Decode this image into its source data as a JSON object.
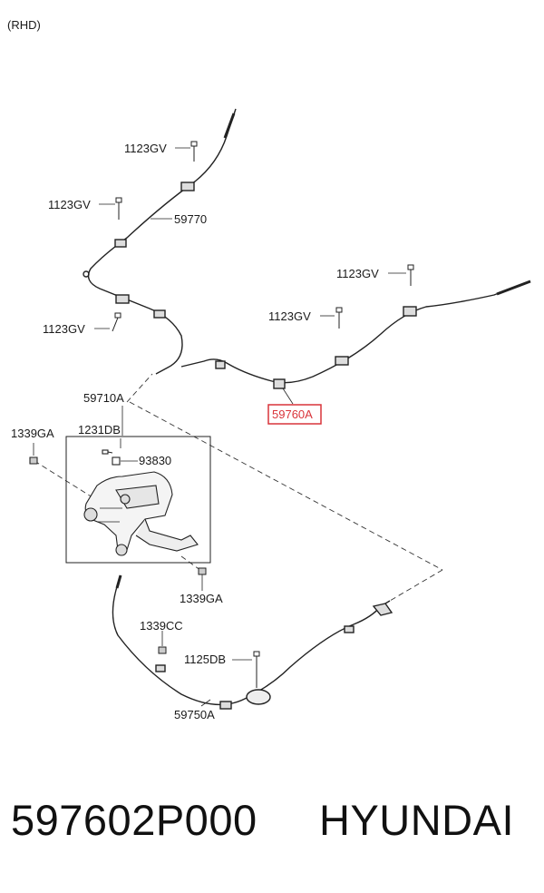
{
  "header": {
    "variant": "(RHD)"
  },
  "labels": {
    "bolt_1123gv_a": "1123GV",
    "bolt_1123gv_b": "1123GV",
    "bolt_1123gv_c": "1123GV",
    "bolt_1123gv_d": "1123GV",
    "bolt_1123gv_e": "1123GV",
    "cable_59770": "59770",
    "cable_59760a": "59760A",
    "lever_59710a": "59710A",
    "bolt_1231db": "1231DB",
    "part_93830": "93830",
    "nut_1339ga_a": "1339GA",
    "nut_1339ga_b": "1339GA",
    "nut_1339cc": "1339CC",
    "bolt_1125db": "1125DB",
    "cable_59750a": "59750A"
  },
  "highlight": {
    "part": "59760A",
    "color": "#d9343a"
  },
  "footer": {
    "part_number": "597602P000",
    "brand": "HYUNDAI"
  }
}
